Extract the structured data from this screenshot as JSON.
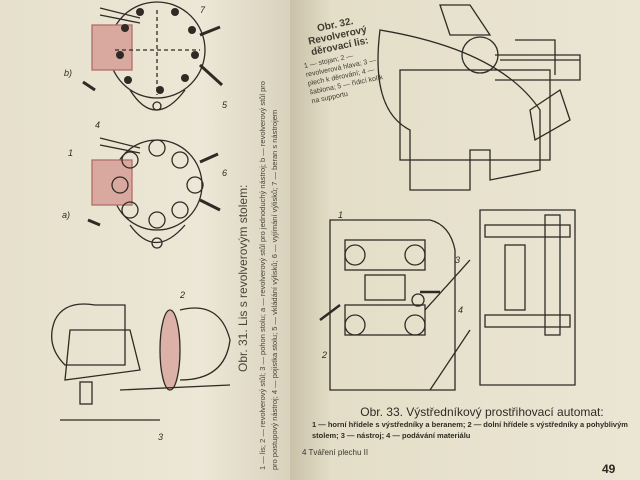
{
  "left_page": {
    "figure_31": {
      "title": "Obr. 31. Lis s revolverovým stolem:",
      "legend_line1": "1 — lis; 2 — revolverový stůl; 3 — pohon stolu; a — revolverový stůl pro jednoduchý nástroj; b — revolverový stůl pro",
      "legend_line2": "pro postupový nástroj; 4 — pojistka stolu; 5 — vkládání výlisků; 6 — vyjímání výlisků; 7 — beran s nástrojem",
      "sub_a": "a)",
      "sub_b": "b)",
      "labels": [
        "1",
        "2",
        "3",
        "4",
        "5",
        "6",
        "7"
      ]
    }
  },
  "right_page": {
    "figure_32": {
      "title": "Obr. 32. Revolverový děrovací lis:",
      "legend": "1 — stojan; 2 — revolverová hlava; 3 — plech k děrování; 4 — šablona; 5 — řídicí kolík na supportu"
    },
    "figure_33": {
      "title": "Obr. 33. Výstředníkový prostřihovací automat:",
      "legend": "1 — horní hřídele s výstředníky a beranem; 2 — dolní hřídele s výstředníky a pohyblivým stolem; 3 — nástroj; 4 — podávání materiálu",
      "labels": [
        "1",
        "2",
        "3",
        "4"
      ]
    },
    "footer": "4 Tváření plechu II",
    "page_number": "49"
  }
}
